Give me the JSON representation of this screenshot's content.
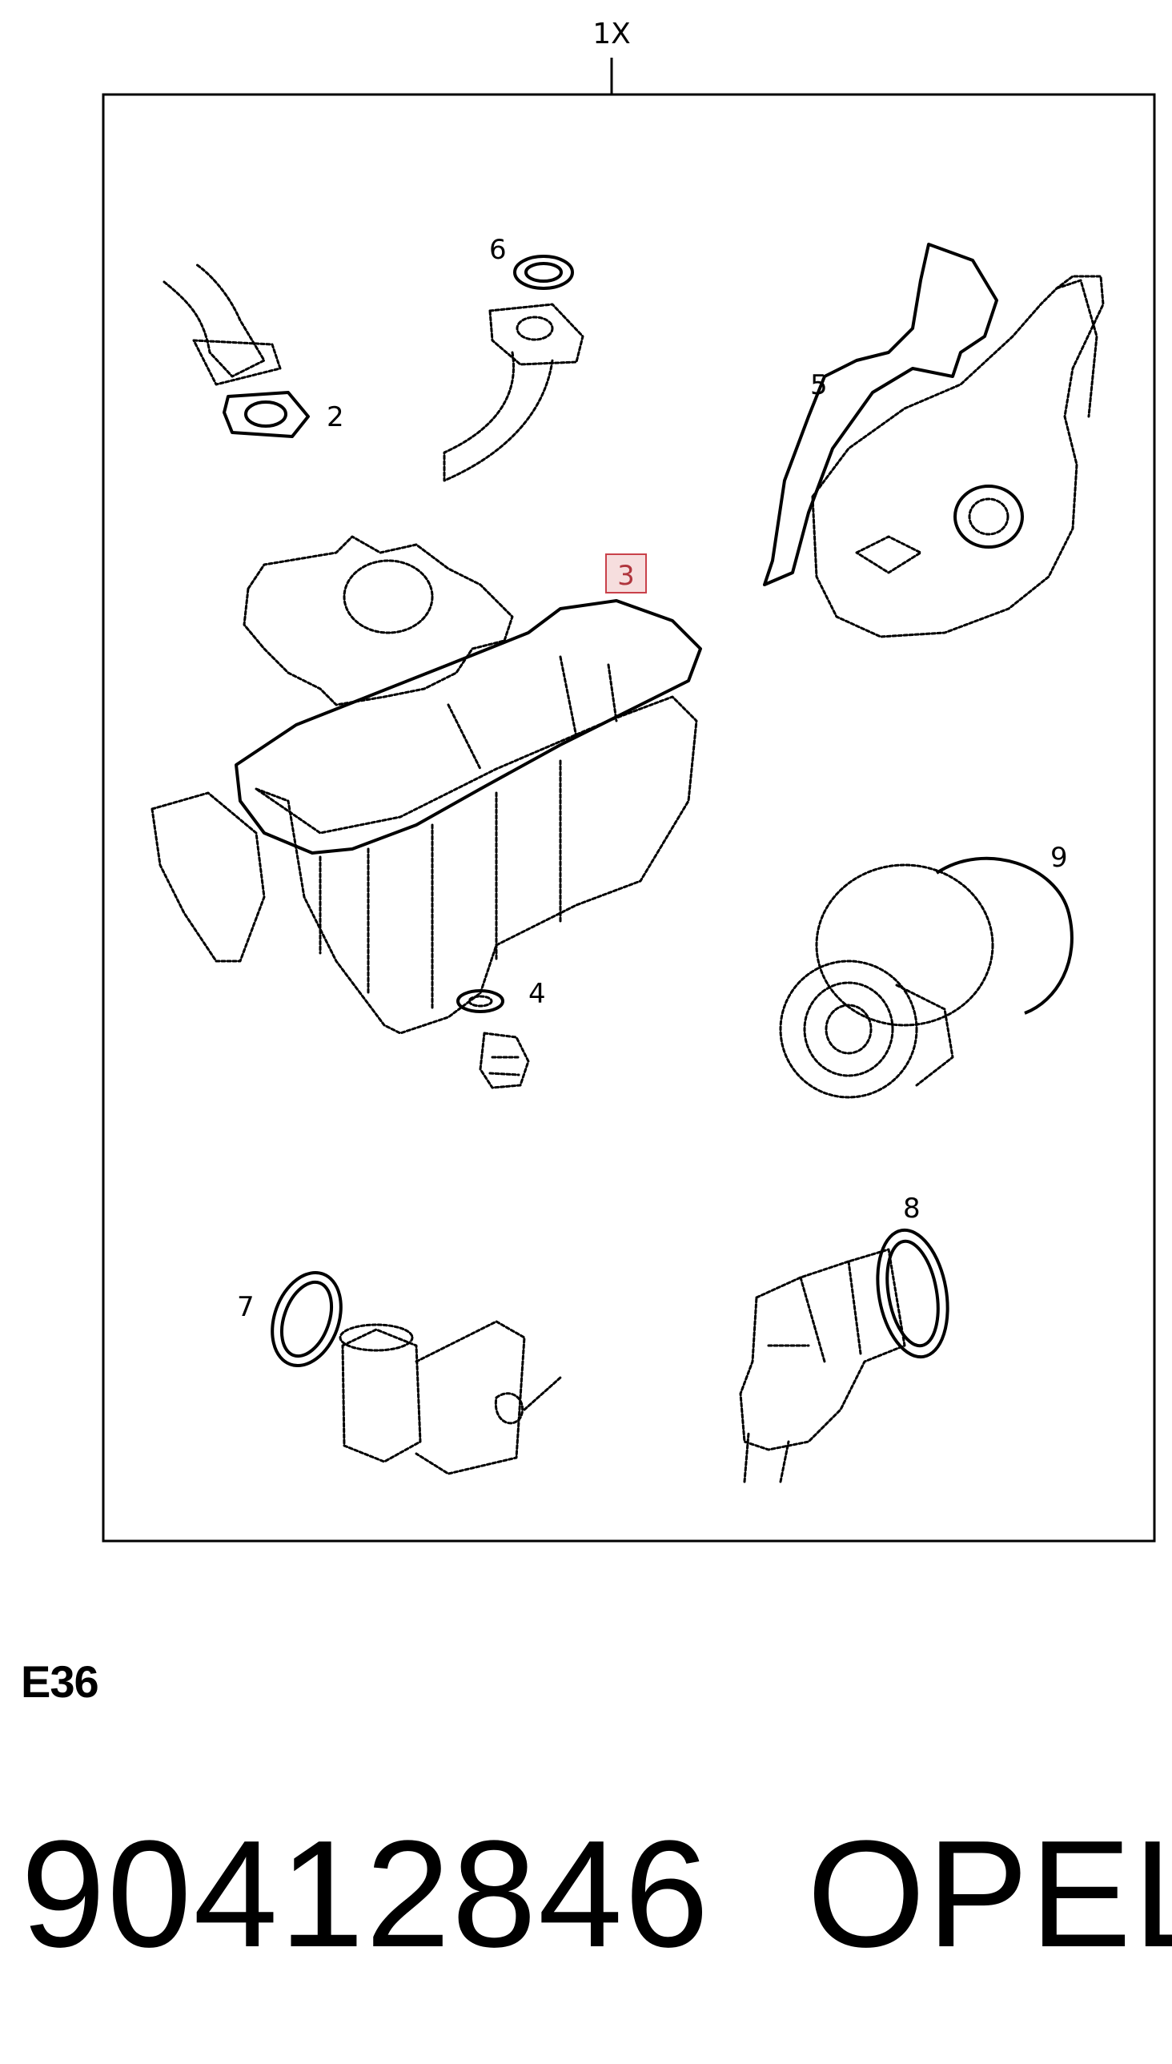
{
  "quantity_label": "1X",
  "callouts": {
    "c2": "2",
    "c3": "3",
    "c4": "4",
    "c5": "5",
    "c6": "6",
    "c7": "7",
    "c8": "8",
    "c9": "9"
  },
  "highlighted_callout": "3",
  "section_code": "E36",
  "part_number": "90412846",
  "brand": "OPEL",
  "colors": {
    "highlight_fill": "#f6dede",
    "highlight_stroke": "#c9414a",
    "line": "#000000"
  }
}
